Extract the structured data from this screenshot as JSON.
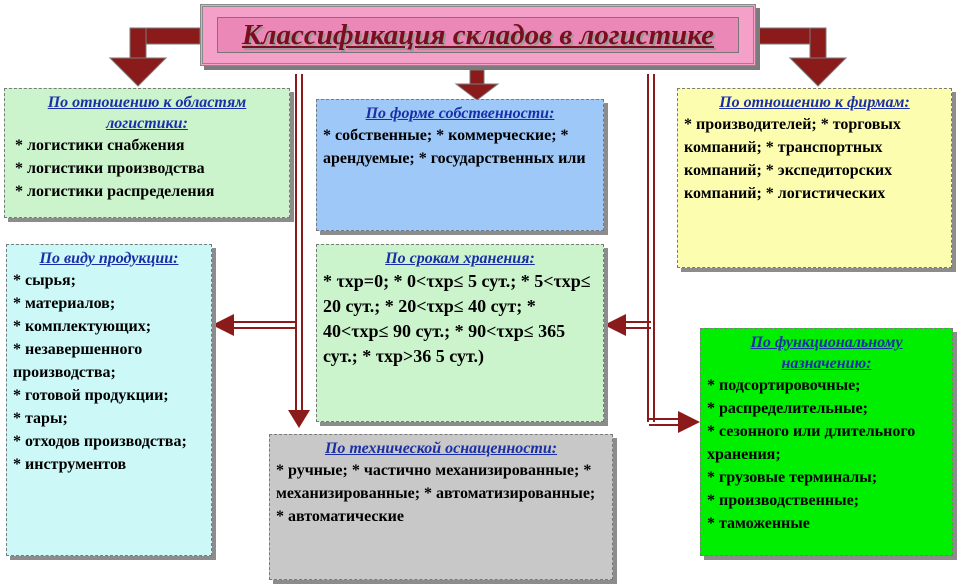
{
  "title": "Классификация складов в логистике",
  "boxes": {
    "areas": {
      "heading": "По отношению к областям логистики:",
      "items": [
        "* логистики снабжения",
        "* логистики производства",
        "* логистики распределения"
      ]
    },
    "ownership": {
      "heading": "По форме собственности:",
      "items": [
        "* собственные; * коммерческие; * арендуемые; * государственных или"
      ]
    },
    "firms": {
      "heading": "По отношению к фирмам:",
      "items": [
        "* производителей; * торговых компаний; * транспортных компаний; * экспедиторских компаний; * логистических"
      ]
    },
    "product": {
      "heading": "По виду продукции:",
      "items": [
        "* сырья;",
        "* материалов;",
        "* комплектующих;",
        "* незавершенного производства;",
        "* готовой продукции;",
        "* тары;",
        "* отходов производства;",
        "* инструментов"
      ]
    },
    "storage": {
      "heading": "По срокам хранения:",
      "items": [
        "* τхр=0; * 0<τхр≤ 5 сут.; * 5<τхр≤ 20 сут.; * 20<τхр≤ 40 сут; * 40<τхр≤ 90 сут.; * 90<τхр≤ 365 сут.; * τхр>36 5 сут.)"
      ]
    },
    "technical": {
      "heading": "По технической оснащенности:",
      "items": [
        "* ручные; * частично механизированные; * механизированные; * автоматизированные; * автоматические"
      ]
    },
    "functional": {
      "heading": "По функциональному назначению:",
      "items": [
        "* подсортировочные;",
        "* распределительные;",
        "* сезонного или длительного хранения;",
        "* грузовые терминалы;",
        "* производственные;",
        "* таможенные"
      ]
    }
  },
  "colors": {
    "title_fill": "#ec88b8",
    "title_text": "#7a0e1e",
    "connector": "#8b1a1a",
    "heading_text": "#1a2ea8"
  }
}
